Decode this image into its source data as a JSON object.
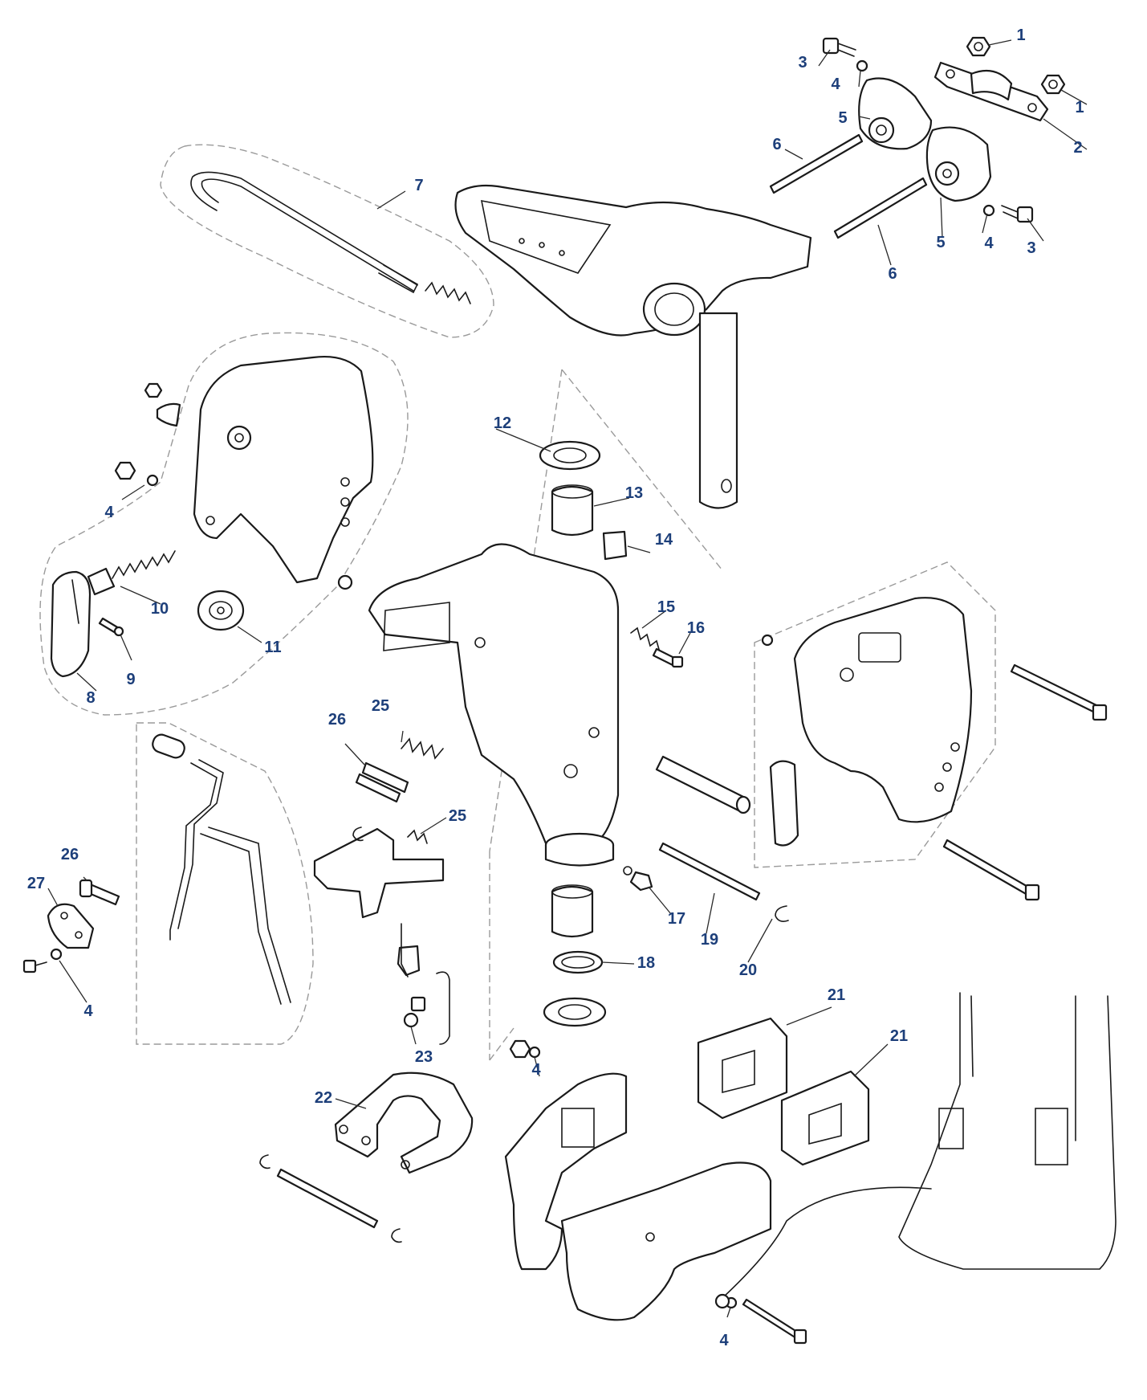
{
  "colors": {
    "callout": "#1d3f7a",
    "line": "#1a1a1a",
    "group_outline": "#9a9a9a",
    "background": "#ffffff"
  },
  "callouts": [
    {
      "text": "1"
    },
    {
      "text": "1"
    },
    {
      "text": "2"
    },
    {
      "text": "3"
    },
    {
      "text": "3"
    },
    {
      "text": "4"
    },
    {
      "text": "4"
    },
    {
      "text": "4"
    },
    {
      "text": "4"
    },
    {
      "text": "4"
    },
    {
      "text": "4"
    },
    {
      "text": "5"
    },
    {
      "text": "5"
    },
    {
      "text": "6"
    },
    {
      "text": "6"
    },
    {
      "text": "7"
    },
    {
      "text": "8"
    },
    {
      "text": "9"
    },
    {
      "text": "10"
    },
    {
      "text": "11"
    },
    {
      "text": "12"
    },
    {
      "text": "13"
    },
    {
      "text": "14"
    },
    {
      "text": "15"
    },
    {
      "text": "16"
    },
    {
      "text": "17"
    },
    {
      "text": "18"
    },
    {
      "text": "19"
    },
    {
      "text": "20"
    },
    {
      "text": "21"
    },
    {
      "text": "21"
    },
    {
      "text": "22"
    },
    {
      "text": "23"
    },
    {
      "text": "25"
    },
    {
      "text": "25"
    },
    {
      "text": "26"
    },
    {
      "text": "26"
    },
    {
      "text": "27"
    }
  ]
}
